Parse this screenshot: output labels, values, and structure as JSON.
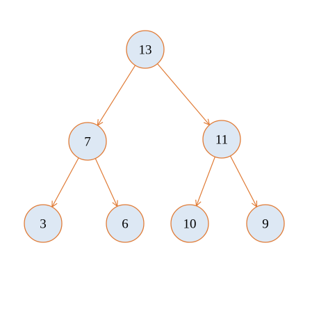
{
  "tree": {
    "nodes": [
      {
        "id": "n13",
        "label": "13"
      },
      {
        "id": "n7",
        "label": "7"
      },
      {
        "id": "n11",
        "label": "11"
      },
      {
        "id": "n3",
        "label": "3"
      },
      {
        "id": "n6",
        "label": "6"
      },
      {
        "id": "n10",
        "label": "10"
      },
      {
        "id": "n9",
        "label": "9"
      }
    ],
    "edges": [
      {
        "from": "n13",
        "to": "n7"
      },
      {
        "from": "n13",
        "to": "n11"
      },
      {
        "from": "n7",
        "to": "n3"
      },
      {
        "from": "n7",
        "to": "n6"
      },
      {
        "from": "n11",
        "to": "n10"
      },
      {
        "from": "n11",
        "to": "n9"
      }
    ],
    "colors": {
      "node_fill": "#dde8f4",
      "node_stroke": "#e07b36",
      "edge": "#e07b36",
      "label": "#000000"
    }
  }
}
